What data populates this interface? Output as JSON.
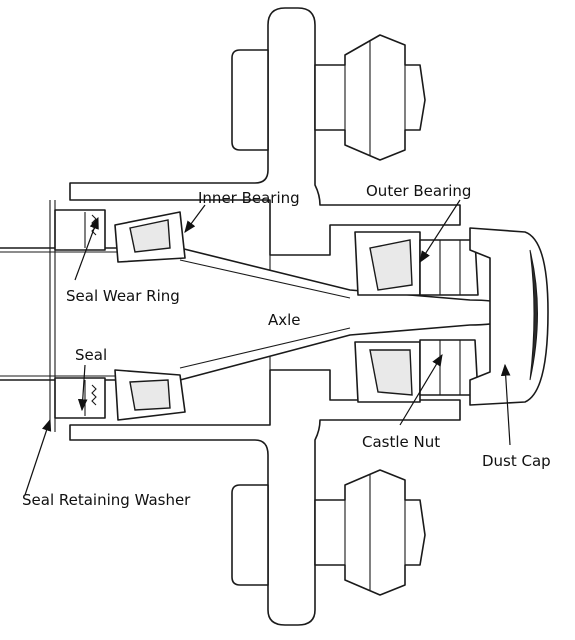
{
  "labels": {
    "inner_bearing": "Inner Bearing",
    "outer_bearing": "Outer Bearing",
    "seal_wear_ring": "Seal Wear Ring",
    "axle": "Axle",
    "seal": "Seal",
    "castle_nut": "Castle Nut",
    "dust_cap": "Dust Cap",
    "seal_retaining_washer": "Seal Retaining Washer"
  }
}
